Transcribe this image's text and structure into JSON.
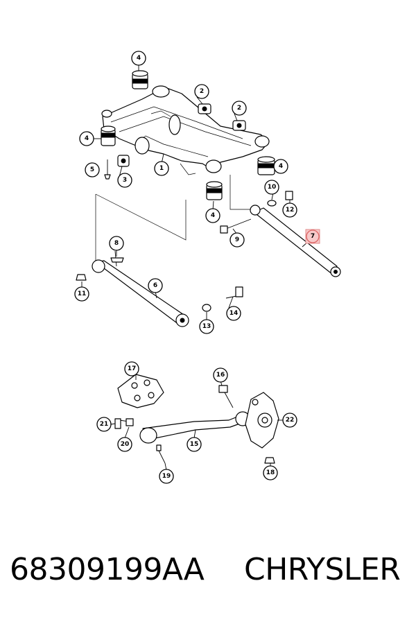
{
  "callouts": [
    {
      "id": "c4a",
      "label": "4"
    },
    {
      "id": "c2a",
      "label": "2"
    },
    {
      "id": "c2b",
      "label": "2"
    },
    {
      "id": "c4b",
      "label": "4"
    },
    {
      "id": "c1",
      "label": "1"
    },
    {
      "id": "c5",
      "label": "5"
    },
    {
      "id": "c3",
      "label": "3"
    },
    {
      "id": "c4c",
      "label": "4"
    },
    {
      "id": "c4d",
      "label": "4"
    },
    {
      "id": "c10",
      "label": "10"
    },
    {
      "id": "c12",
      "label": "12"
    },
    {
      "id": "c9",
      "label": "9"
    },
    {
      "id": "c7",
      "label": "7"
    },
    {
      "id": "c8",
      "label": "8"
    },
    {
      "id": "c6",
      "label": "6"
    },
    {
      "id": "c11",
      "label": "11"
    },
    {
      "id": "c13",
      "label": "13"
    },
    {
      "id": "c14",
      "label": "14"
    },
    {
      "id": "c17",
      "label": "17"
    },
    {
      "id": "c16",
      "label": "16"
    },
    {
      "id": "c21",
      "label": "21"
    },
    {
      "id": "c20",
      "label": "20"
    },
    {
      "id": "c15",
      "label": "15"
    },
    {
      "id": "c22",
      "label": "22"
    },
    {
      "id": "c19",
      "label": "19"
    },
    {
      "id": "c18",
      "label": "18"
    }
  ],
  "highlight_color": "#f7c9c9",
  "footer": {
    "part_number": "68309199AA",
    "brand": "CHRYSLER"
  }
}
